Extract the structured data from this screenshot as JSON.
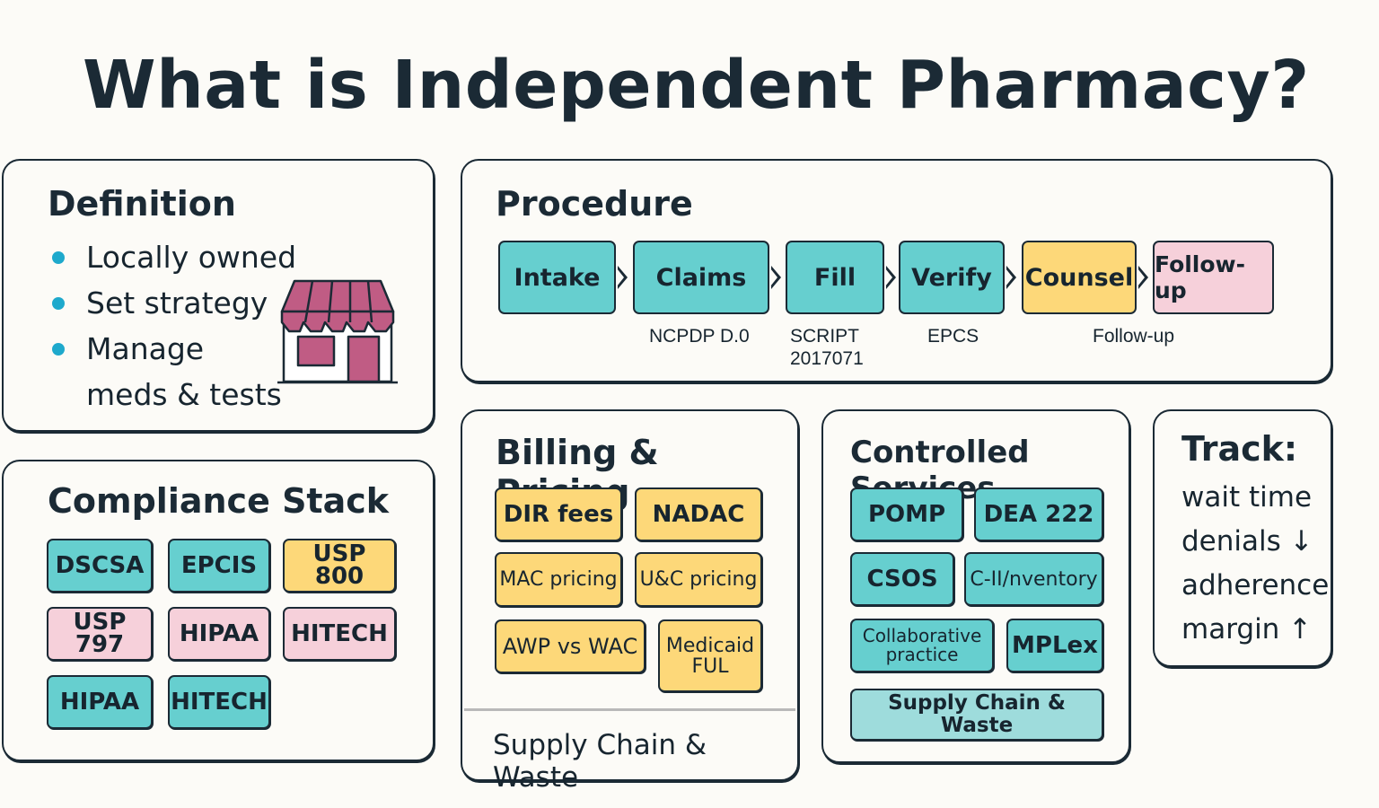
{
  "title": "What is Independent Pharmacy?",
  "colors": {
    "ink": "#1b2a35",
    "teal": "#66cfcf",
    "teal_light": "#9edcdc",
    "yellow": "#fdd879",
    "pink": "#f6d0da",
    "bullet": "#1ea9cc",
    "store_magenta": "#c05c84",
    "background": "#fcfbf7"
  },
  "definition": {
    "title": "Definition",
    "bullets": [
      "Locally owned",
      "Set strategy",
      "Manage"
    ],
    "bullet_continuation": "meds & tests",
    "icon": "storefront-icon"
  },
  "procedure": {
    "title": "Procedure",
    "steps": [
      {
        "label": "Intake",
        "color": "teal"
      },
      {
        "label": "Claims",
        "color": "teal"
      },
      {
        "label": "Fill",
        "color": "teal"
      },
      {
        "label": "Verify",
        "color": "teal"
      },
      {
        "label": "Counsel",
        "color": "yellow"
      },
      {
        "label": "Follow-up",
        "color": "pink"
      }
    ],
    "notes": [
      "NCPDP D.0",
      "SCRIPT",
      "2017071",
      "EPCS",
      "Follow-up"
    ]
  },
  "compliance": {
    "title": "Compliance Stack",
    "items": [
      {
        "label": "DSCSA",
        "color": "teal"
      },
      {
        "label": "EPCIS",
        "color": "teal"
      },
      {
        "label": "USP 800",
        "color": "yellow"
      },
      {
        "label": "USP 797",
        "color": "pink"
      },
      {
        "label": "HIPAA",
        "color": "pink"
      },
      {
        "label": "HITECH",
        "color": "pink"
      },
      {
        "label": "HIPAA",
        "color": "teal"
      },
      {
        "label": "HITECH",
        "color": "teal"
      }
    ]
  },
  "billing": {
    "title": "Billing & Pricing",
    "items": [
      {
        "label": "DIR fees",
        "color": "yellow"
      },
      {
        "label": "NADAC",
        "color": "yellow"
      },
      {
        "label": "MAC pricing",
        "color": "yellow"
      },
      {
        "label": "U&C pricing",
        "color": "yellow"
      },
      {
        "label": "AWP vs WAC",
        "color": "yellow"
      },
      {
        "label": "Medicaid",
        "color": "yellow"
      }
    ],
    "medicaid_line2": "FUL",
    "footer": "Supply Chain & Waste"
  },
  "controlled": {
    "title": "Controlled Services",
    "items": [
      {
        "label": "POMP",
        "color": "teal"
      },
      {
        "label": "DEA 222",
        "color": "teal"
      },
      {
        "label": "CSOS",
        "color": "teal"
      },
      {
        "label": "C-II/nventory",
        "color": "teal"
      },
      {
        "label": "Collaborative",
        "color": "teal"
      },
      {
        "label": "MPLex",
        "color": "teal"
      },
      {
        "label": "Supply Chain & Waste",
        "color": "teal_light"
      }
    ],
    "collab_line2": "practice"
  },
  "track": {
    "title": "Track:",
    "items": [
      "wait time",
      "denials ↓",
      "adherence",
      "margin ↑"
    ]
  }
}
